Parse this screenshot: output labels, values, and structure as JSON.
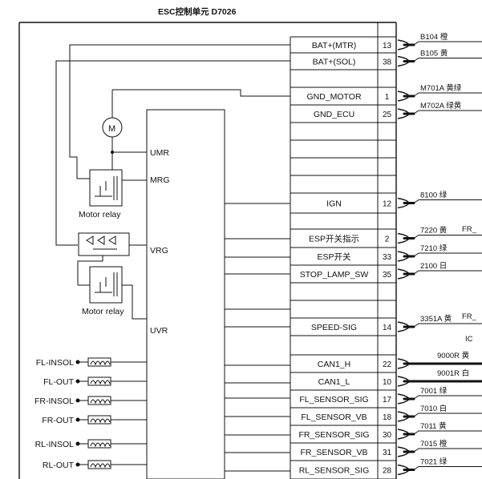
{
  "title": "ESC控制单元 D7026",
  "pins": [
    {
      "label": "BAT+(MTR)",
      "num": "13",
      "wire": "B104 橙"
    },
    {
      "label": "BAT+(SOL)",
      "num": "38",
      "wire": "B105 黄"
    },
    {
      "label": "",
      "num": "",
      "wire": ""
    },
    {
      "label": "GND_MOTOR",
      "num": "1",
      "wire": "M701A 黄绿"
    },
    {
      "label": "GND_ECU",
      "num": "25",
      "wire": "M702A 绿黄"
    },
    {
      "label": "",
      "num": "",
      "wire": ""
    },
    {
      "label": "",
      "num": "",
      "wire": ""
    },
    {
      "label": "",
      "num": "",
      "wire": ""
    },
    {
      "label": "",
      "num": "",
      "wire": ""
    },
    {
      "label": "IGN",
      "num": "12",
      "wire": "8100 绿"
    },
    {
      "label": "",
      "num": "",
      "wire": ""
    },
    {
      "label": "ESP开关指示",
      "num": "2",
      "wire": "7220 黄"
    },
    {
      "label": "ESP开关",
      "num": "33",
      "wire": "7210 绿"
    },
    {
      "label": "STOP_LAMP_SW",
      "num": "35",
      "wire": "2100 日"
    },
    {
      "label": "",
      "num": "",
      "wire": ""
    },
    {
      "label": "",
      "num": "",
      "wire": ""
    },
    {
      "label": "SPEED-SIG",
      "num": "14",
      "wire": "3351A 黄"
    },
    {
      "label": "",
      "num": "",
      "wire": ""
    },
    {
      "label": "CAN1_H",
      "num": "22",
      "wire": "9000R 黄"
    },
    {
      "label": "CAN1_L",
      "num": "10",
      "wire": "9001R 白"
    },
    {
      "label": "FL_SENSOR_SIG",
      "num": "17",
      "wire": "7001 绿"
    },
    {
      "label": "FL_SENSOR_VB",
      "num": "18",
      "wire": "7010 白"
    },
    {
      "label": "FR_SENSOR_SIG",
      "num": "30",
      "wire": "7011 黄"
    },
    {
      "label": "FR_SENSOR_VB",
      "num": "31",
      "wire": "7015 橙"
    },
    {
      "label": "RL_SENSOR_SIG",
      "num": "28",
      "wire": "7021 绿"
    }
  ],
  "fr_labels": [
    "FR_",
    "FR_"
  ],
  "ic_label": "IC",
  "inner_labels": {
    "umr": "UMR",
    "mrg": "MRG",
    "vrg": "VRG",
    "uvr": "UVR"
  },
  "motor_symbol": "M",
  "relay_labels": [
    "Motor relay",
    "Motor relay"
  ],
  "sensors": [
    "FL-INSOL",
    "FL-OUT",
    "FR-INSOL",
    "FR-OUT",
    "RL-INSOL",
    "RL-OUT"
  ]
}
